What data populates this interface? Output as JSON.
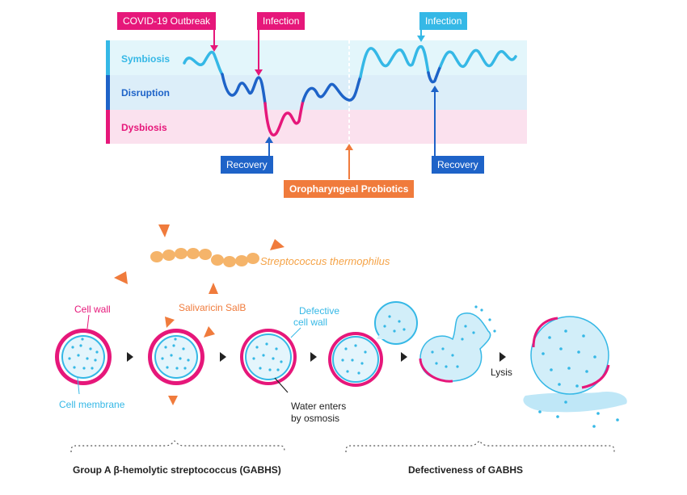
{
  "top_panel": {
    "bands": {
      "symbiosis": "Symbiosis",
      "disruption": "Disruption",
      "dysbiosis": "Dysbiosis"
    },
    "tags": {
      "covid": "COVID-19 Outbreak",
      "infection_1": "Infection",
      "infection_2": "Infection",
      "recovery_1": "Recovery",
      "recovery_2": "Recovery",
      "probiotics": "Oropharyngeal Probiotics"
    }
  },
  "bottom_panel": {
    "bacterium": "Streptococcus thermophilus",
    "labels": {
      "cell_wall": "Cell wall",
      "salivaricin": "Salivaricin SalB",
      "defective_line1": "Defective",
      "defective_line2": "cell wall",
      "cell_membrane": "Cell membrane",
      "water_line1": "Water enters",
      "water_line2": "by osmosis",
      "lysis": "Lysis"
    },
    "groups": {
      "left": "Group A β-hemolytic streptococcus (GABHS)",
      "right": "Defectiveness of GABHS"
    }
  },
  "colors": {
    "pink": "#e6177a",
    "cyan": "#35b8e6",
    "blue": "#1e63c8",
    "orange": "#f07b3c",
    "bacterium": "#f5b46a"
  }
}
